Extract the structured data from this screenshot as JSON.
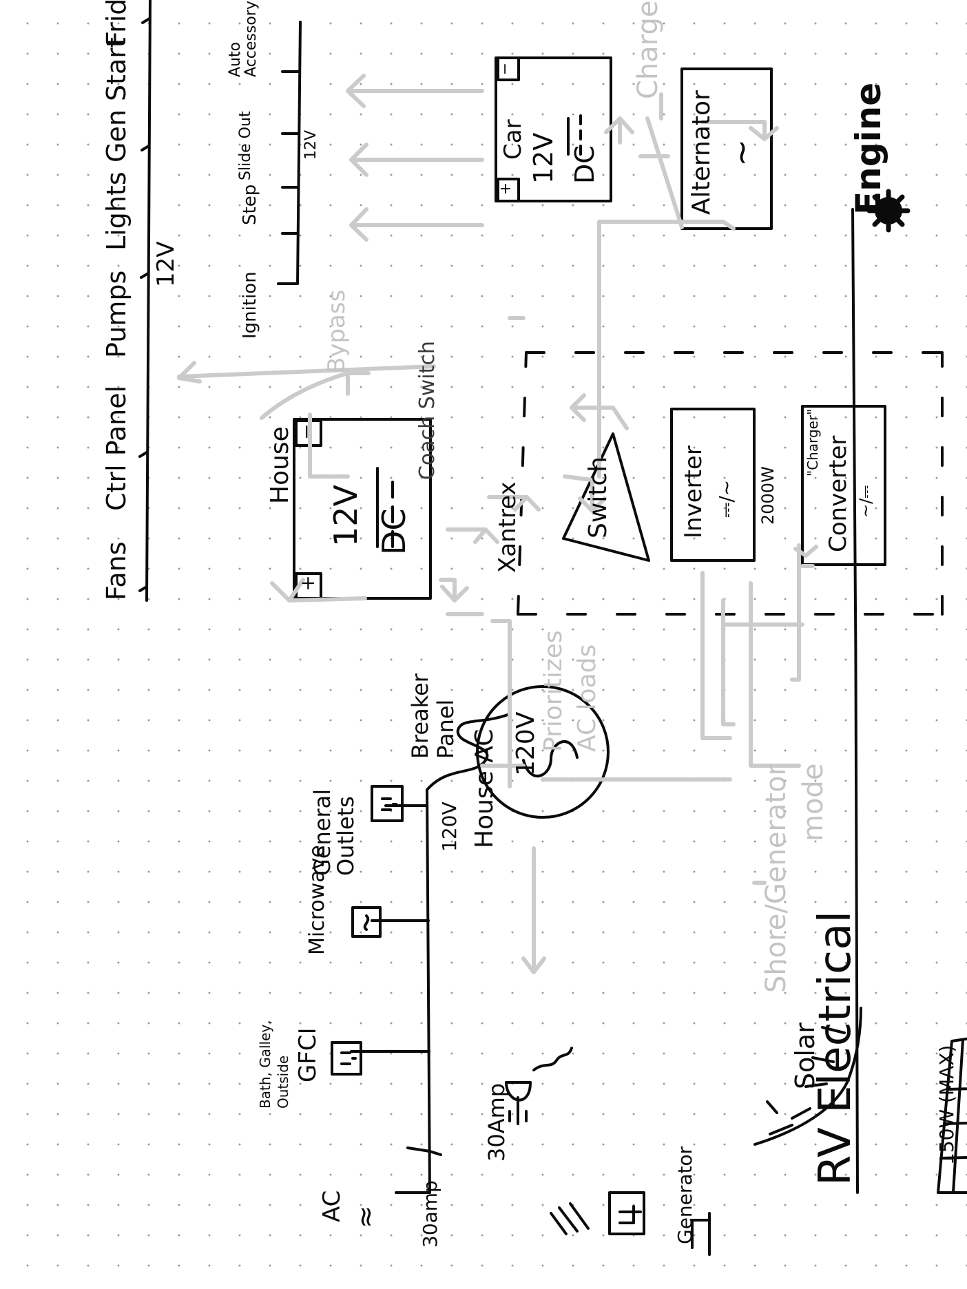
{
  "title": "RV Electrical",
  "mode_note": [
    "Shore/Generator",
    "mode"
  ],
  "bus_12v": {
    "label": "12V",
    "loads": [
      "Fans",
      "Ctrl Panel",
      "Pumps",
      "Lights",
      "Gen Start",
      "Fridge"
    ]
  },
  "auto_bus": {
    "label": "12V",
    "loads": [
      "Ignition",
      "Step",
      "Slide Out",
      "Auto Accessory"
    ]
  },
  "house_battery": {
    "name": "House",
    "voltage": "12V",
    "type": "DC",
    "plus": "+",
    "minus": "−"
  },
  "car_battery": {
    "name": "Car",
    "voltage": "12V",
    "type": "DC",
    "plus": "+",
    "minus": "−"
  },
  "alternator": {
    "name": "Alternator",
    "symbol": "~"
  },
  "engine": {
    "label": "Engine"
  },
  "xantrex": {
    "label": "Xantrex"
  },
  "switch": {
    "label": "Switch"
  },
  "inverter": {
    "label": "Inverter",
    "symbol": "⎓/~",
    "rating": "2000W"
  },
  "converter": {
    "quote": "\"Charger\"",
    "label": "Converter",
    "symbol": "~/⎓"
  },
  "bus_120v": {
    "label": "120V",
    "loads": [
      "AC",
      "GFCI",
      "Microwave",
      "General Outlets"
    ],
    "gfci_note": [
      "Bath, Galley,",
      "Outside"
    ],
    "ac_symbol": "≈"
  },
  "breaker_panel": [
    "Breaker",
    "Panel"
  ],
  "house_ac": {
    "name": "House AC",
    "voltage": "120V",
    "symbol": "~"
  },
  "shore": {
    "label": "30Amp"
  },
  "generator": {
    "label": "Generator",
    "left_label": "30amp"
  },
  "solar": {
    "label": "Solar",
    "rating": "150W (MAX)"
  },
  "annotations": {
    "bypass": "Bypass",
    "coach_switch": "Coach Switch",
    "charges": "Charges",
    "prioritizes": [
      "Prioritizes",
      "AC loads"
    ]
  }
}
